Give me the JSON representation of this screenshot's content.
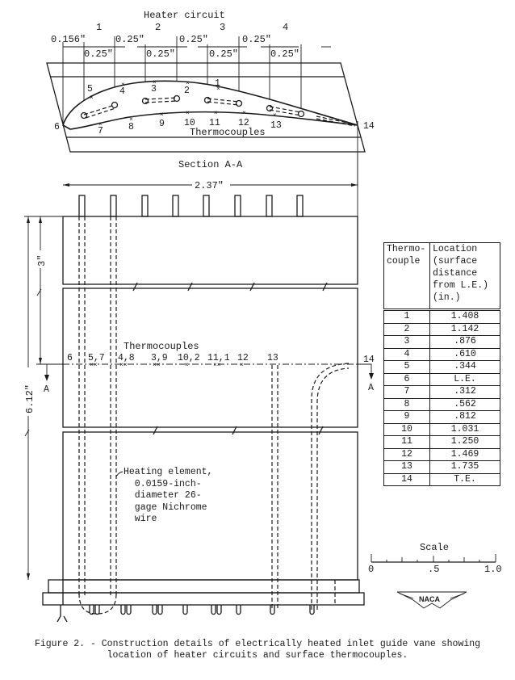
{
  "section_view": {
    "heater_circuit_label": "Heater circuit",
    "circuit_numbers": [
      "1",
      "2",
      "3",
      "4"
    ],
    "dimensions": {
      "leading_offset": "0.156\"",
      "spacing_upper": [
        "0.25\"",
        "0.25\"",
        "0.25\""
      ],
      "spacing_lower": [
        "0.25\"",
        "0.25\"",
        "0.25\"",
        "0.25\""
      ]
    },
    "upper_surface_thermocouples": [
      "5",
      "4",
      "3",
      "2",
      "1"
    ],
    "lower_surface_thermocouples": [
      "7",
      "8",
      "9",
      "10",
      "11",
      "12",
      "13"
    ],
    "leading_edge_label": "6",
    "trailing_edge_label": "14",
    "thermocouples_label": "Thermocouples",
    "section_title": "Section A-A"
  },
  "elevation_view": {
    "chord_dimension": "2.37\"",
    "span_dimension": "6.12\"",
    "section_height_dimension": "3\"",
    "thermocouples_label": "Thermocouples",
    "station_labels": [
      "6",
      "5,7",
      "4,8",
      "3,9",
      "10,2",
      "11,1",
      "12",
      "13",
      "14"
    ],
    "section_marker_left": "A",
    "section_marker_right": "A",
    "heating_element_callout": "Heating element,\n  0.0159-inch-\n  diameter 26-\n  gage Nichrome\n  wire"
  },
  "table": {
    "headers": [
      "Thermo-\ncouple",
      "Location\n(surface\ndistance\nfrom L.E.)\n(in.)"
    ],
    "rows": [
      {
        "thermocouple": "1",
        "location": "1.408"
      },
      {
        "thermocouple": "2",
        "location": "1.142"
      },
      {
        "thermocouple": "3",
        "location": ".876"
      },
      {
        "thermocouple": "4",
        "location": ".610"
      },
      {
        "thermocouple": "5",
        "location": ".344"
      },
      {
        "thermocouple": "6",
        "location": "L.E."
      },
      {
        "thermocouple": "7",
        "location": ".312"
      },
      {
        "thermocouple": "8",
        "location": ".562"
      },
      {
        "thermocouple": "9",
        "location": ".812"
      },
      {
        "thermocouple": "10",
        "location": "1.031"
      },
      {
        "thermocouple": "11",
        "location": "1.250"
      },
      {
        "thermocouple": "12",
        "location": "1.469"
      },
      {
        "thermocouple": "13",
        "location": "1.735"
      },
      {
        "thermocouple": "14",
        "location": "T.E."
      }
    ]
  },
  "scale": {
    "title": "Scale",
    "ticks": [
      "0",
      ".5",
      "1.0"
    ]
  },
  "logo": {
    "text": "NACA"
  },
  "caption": {
    "line1": "Figure 2. - Construction details of electrically heated inlet guide vane showing",
    "line2": "location of heater circuits and surface thermocouples."
  }
}
